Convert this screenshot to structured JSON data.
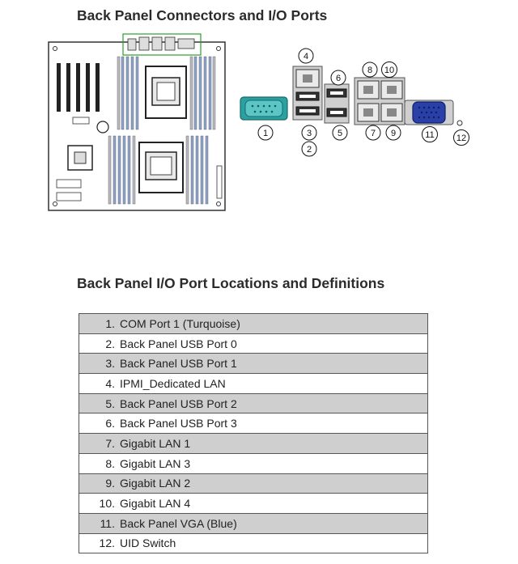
{
  "heading_connectors": "Back Panel Connectors and I/O Ports",
  "heading_table": "Back Panel I/O Port Locations and Definitions",
  "callouts": [
    "1",
    "2",
    "3",
    "4",
    "5",
    "6",
    "7",
    "8",
    "9",
    "10",
    "11",
    "12"
  ],
  "ports": [
    {
      "num": "1.",
      "name": "COM Port 1 (Turquoise)"
    },
    {
      "num": "2.",
      "name": "Back Panel USB Port 0"
    },
    {
      "num": "3.",
      "name": "Back Panel USB Port 1"
    },
    {
      "num": "4.",
      "name": "IPMI_Dedicated LAN"
    },
    {
      "num": "5.",
      "name": "Back Panel USB Port 2"
    },
    {
      "num": "6.",
      "name": "Back Panel USB Port 3"
    },
    {
      "num": "7.",
      "name": "Gigabit LAN 1"
    },
    {
      "num": "8.",
      "name": "Gigabit LAN 3"
    },
    {
      "num": "9.",
      "name": "Gigabit LAN 2"
    },
    {
      "num": "10.",
      "name": "Gigabit LAN 4"
    },
    {
      "num": "11.",
      "name": "Back Panel VGA (Blue)"
    },
    {
      "num": "12.",
      "name": "UID Switch"
    }
  ],
  "colors": {
    "com_port": "#2aa0a0",
    "vga_port": "#2b3fa8",
    "row_shade": "#cfcfcf",
    "dimm_blue": "#8ea3c8"
  }
}
